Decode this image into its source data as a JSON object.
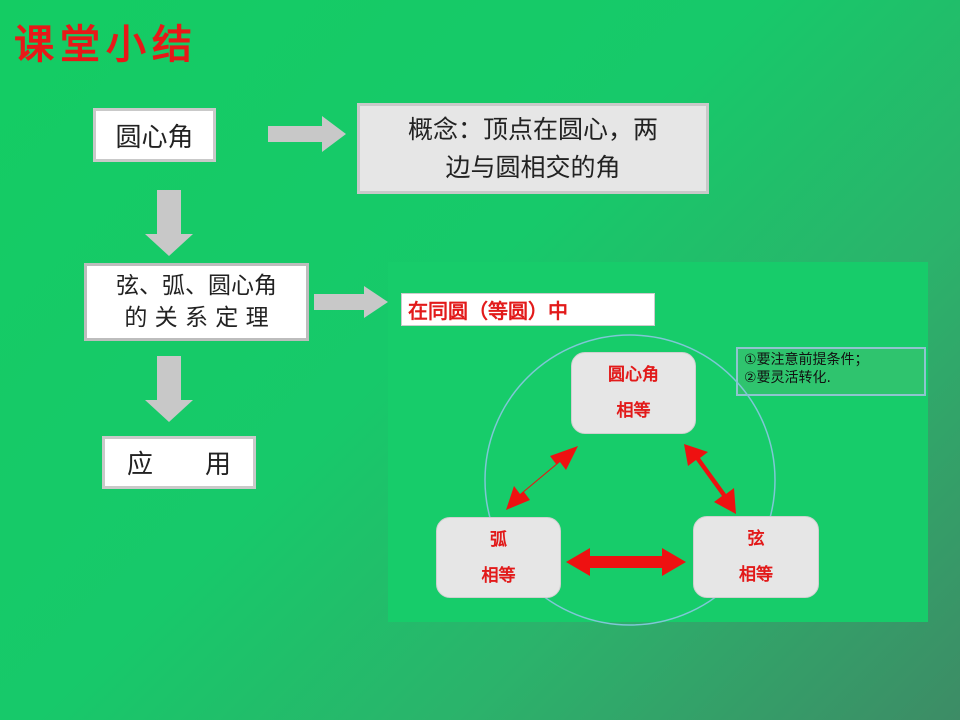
{
  "title": "课堂小结",
  "flow": {
    "central_angle": "圆心角",
    "concept_line1": "概念：顶点在圆心，两",
    "concept_line2": "边与圆相交的角",
    "theorem_line1": "弦、弧、圆心角",
    "theorem_line2": "的 关 系 定 理",
    "application": "应　　用"
  },
  "panel": {
    "condition": "在同圆（等圆）中",
    "notes": [
      "①要注意前提条件；",
      "②要灵活转化."
    ],
    "nodes": {
      "top": {
        "label": "圆心角",
        "sub": "相等"
      },
      "left": {
        "label": "弧",
        "sub": "相等"
      },
      "right": {
        "label": "弦",
        "sub": "相等"
      }
    }
  },
  "colors": {
    "background": "#14cc63",
    "title": "#e81818",
    "arrow_gray": "#c8c8c8",
    "arrow_red": "#ee1111",
    "node_text": "#e21a1a"
  }
}
